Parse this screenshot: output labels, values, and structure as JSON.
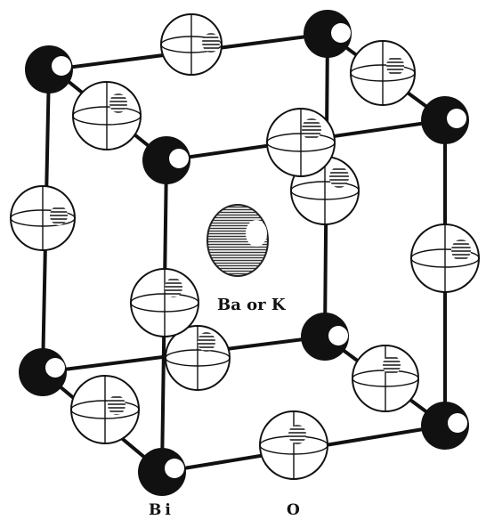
{
  "diagram": {
    "central_atom_label": "Ba or K",
    "legend_bi_label": "Bi",
    "legend_o_label": "O"
  },
  "colors": {
    "bi_atom": "#111111",
    "o_atom": "#ffffff",
    "central_atom": "#555555",
    "bond": "#111111"
  }
}
